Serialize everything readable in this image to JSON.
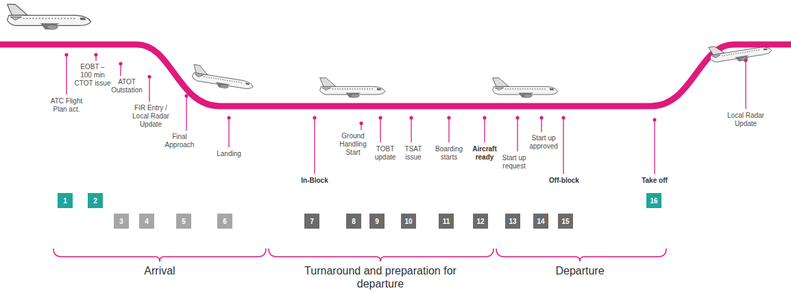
{
  "diagram": {
    "nodes": [
      {
        "text": [
          "1"
        ]
      },
      {
        "text": [
          "2"
        ]
      },
      {
        "text": [
          "3"
        ]
      },
      {
        "text": [
          "4"
        ]
      },
      {
        "text": [
          "5"
        ]
      },
      {
        "text": [
          "6"
        ]
      },
      {
        "text": [
          "7"
        ]
      },
      {
        "text": [
          "8"
        ]
      },
      {
        "text": [
          "9"
        ]
      },
      {
        "text": [
          "10"
        ]
      },
      {
        "text": [
          "11"
        ]
      },
      {
        "text": [
          "12"
        ]
      },
      {
        "text": [
          "13"
        ]
      },
      {
        "text": [
          "14"
        ]
      },
      {
        "text": [
          "15"
        ]
      },
      {
        "text": [
          "16"
        ]
      }
    ],
    "labels": [
      "ATC Flight Plan act.",
      "EOBT – 100 min CTOT issue",
      "ATOT Outstation",
      "FIR Entry / Local Radar Update",
      "Final Approach",
      "Landing",
      "In-Block",
      "Ground Handling Start",
      "TOBT update",
      "TSAT issue",
      "Boarding starts",
      "Aircraft ready",
      "Start up request",
      "Start up approved",
      "Off-block",
      "Take off",
      "Local Radar Update",
      "Arrival",
      "Turnaround and preparation for departure",
      "Departure"
    ]
  }
}
